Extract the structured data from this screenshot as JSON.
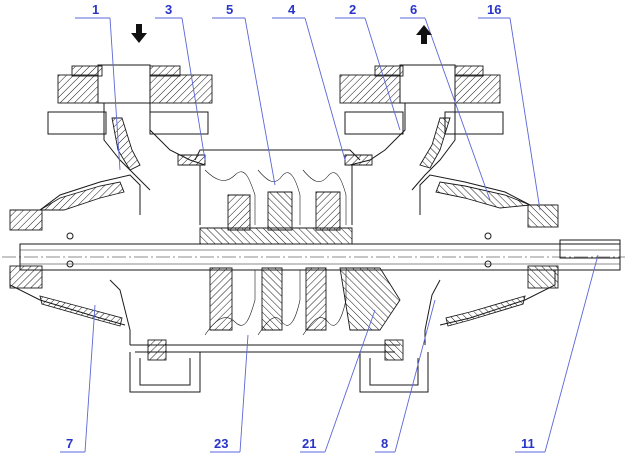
{
  "diagram": {
    "callouts_top": [
      "1",
      "3",
      "5",
      "4",
      "2",
      "6",
      "16"
    ],
    "callouts_bottom": [
      "7",
      "23",
      "21",
      "8",
      "11"
    ],
    "colors": {
      "callout": "#2a35c8",
      "leader": "#5b67d8",
      "ink": "#1a1a1a"
    },
    "arrows": {
      "inlet": "arrow-down-icon",
      "outlet": "arrow-up-icon"
    }
  }
}
